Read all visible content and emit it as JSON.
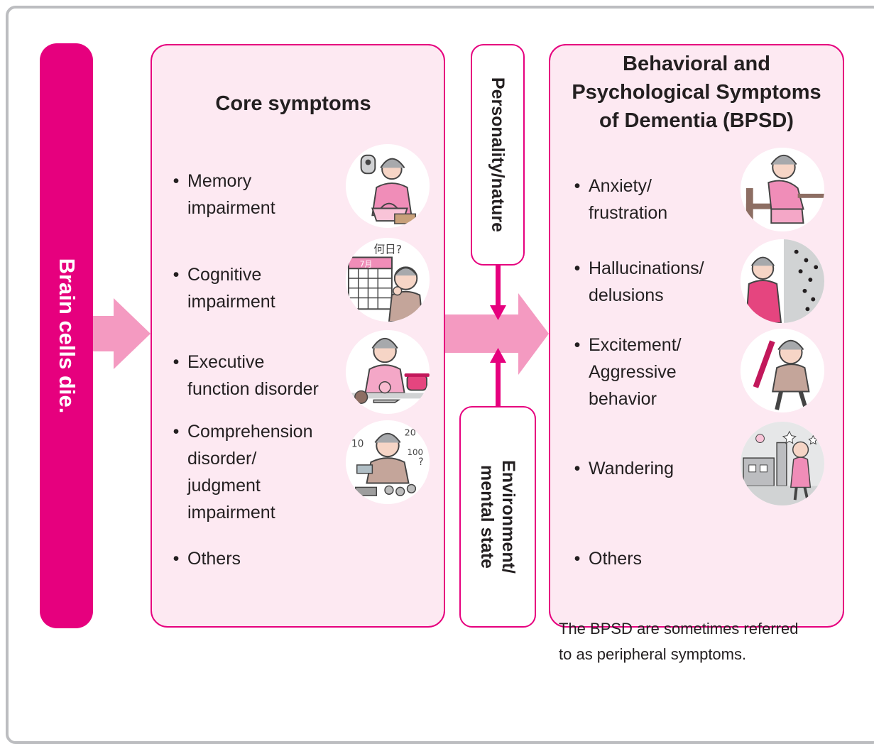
{
  "left_bar": {
    "label": "Brain cells die."
  },
  "core": {
    "title": "Core symptoms",
    "items": [
      {
        "lines": [
          "Memory",
          "impairment"
        ]
      },
      {
        "lines": [
          "Cognitive",
          "impairment"
        ]
      },
      {
        "lines": [
          "Executive",
          "function disorder"
        ]
      },
      {
        "lines": [
          "Comprehension",
          "disorder/",
          "judgment",
          "impairment"
        ]
      },
      {
        "lines": [
          "Others"
        ]
      }
    ]
  },
  "personality": {
    "label": "Personality/nature"
  },
  "environment": {
    "lines": [
      "Environment/",
      "mental state"
    ]
  },
  "bpsd": {
    "title_lines": [
      "Behavioral and",
      "Psychological Symptoms",
      "of Dementia (BPSD)"
    ],
    "items": [
      {
        "lines": [
          "Anxiety/",
          "frustration"
        ]
      },
      {
        "lines": [
          "Hallucinations/",
          "delusions"
        ]
      },
      {
        "lines": [
          "Excitement/",
          "Aggressive",
          "behavior"
        ]
      },
      {
        "lines": [
          "Wandering"
        ]
      },
      {
        "lines": [
          "Others"
        ]
      }
    ]
  },
  "note": "The BPSD are sometimes referred to as peripheral symptoms.",
  "illustration_text": {
    "calendar_question": "何日?",
    "calendar_month": "7月",
    "numbers_left": "10",
    "numbers_right_top": "20",
    "numbers_right": "100",
    "question_mark": "?"
  },
  "colors": {
    "magenta": "#e6007e",
    "pink_box": "#fde9f2",
    "arrow_pink": "#f49ac1",
    "frame_gray": "#bcbdc0",
    "text": "#231f20"
  },
  "icons": [
    "person-searching-bag-key-illustration",
    "person-confused-calendar-illustration",
    "person-cooking-confused-illustration",
    "person-counting-money-illustration",
    "person-sitting-anxious-illustration",
    "person-seeing-bugs-wall-illustration",
    "person-aggressive-stick-illustration",
    "person-wandering-night-illustration"
  ]
}
